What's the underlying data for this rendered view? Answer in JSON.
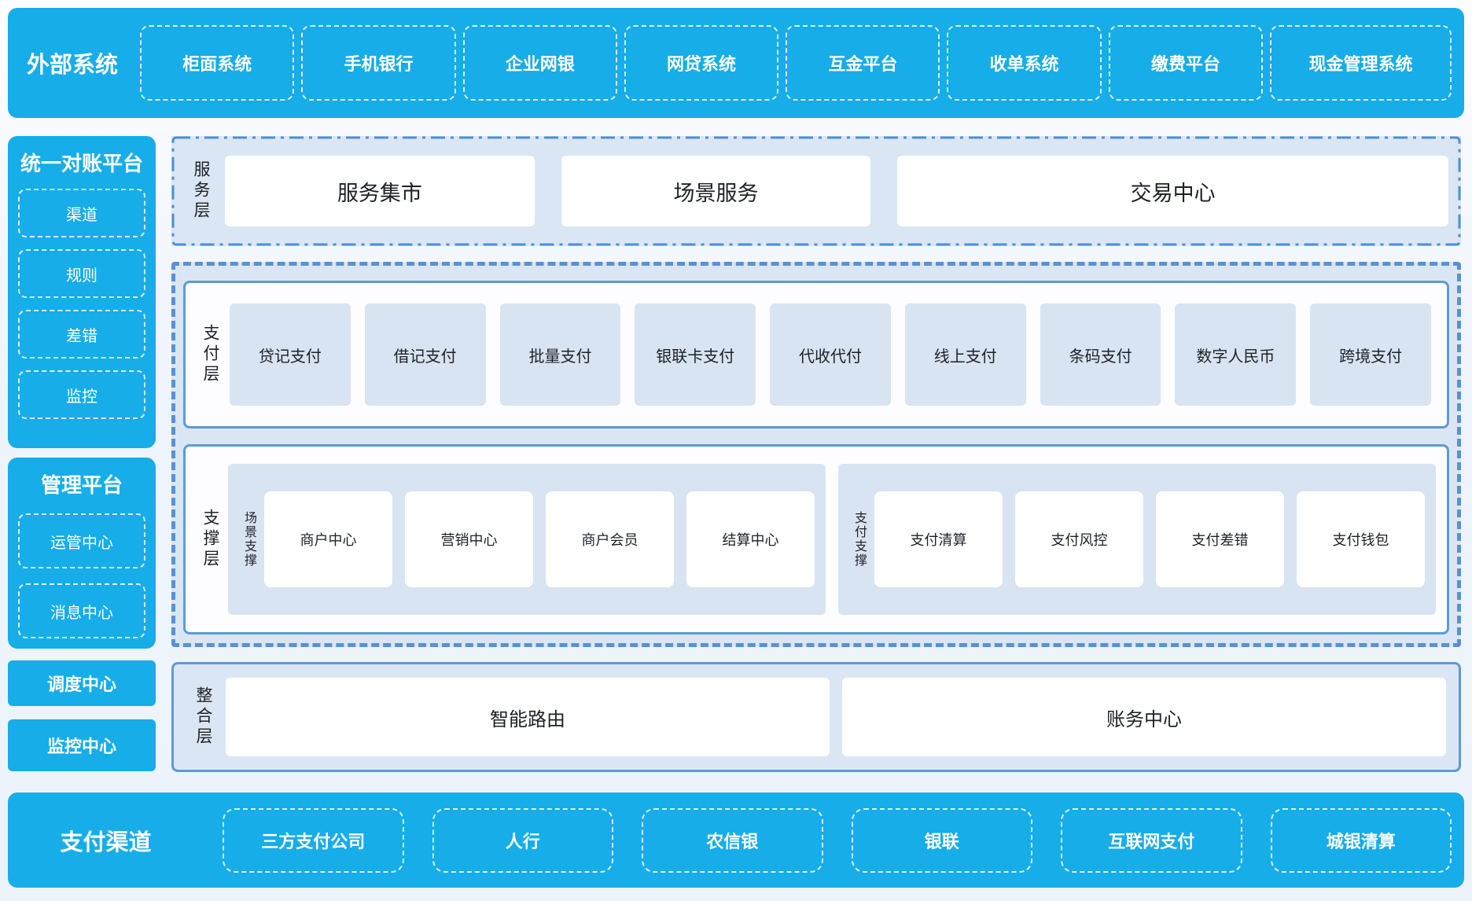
{
  "colors": {
    "accent_blue": "#16ade9",
    "panel_light_blue": "#dbe6f4",
    "item_light_blue": "#d8e4f2",
    "solid_border_blue": "#5e9ad6",
    "dashed_border_blue": "#5a91d0",
    "dashdot_border_blue": "#4a90d9",
    "text_dark": "#1d2126",
    "text_white": "#ffffff"
  },
  "external_systems": {
    "label": "外部系统",
    "items": [
      "柜面系统",
      "手机银行",
      "企业网银",
      "网贷系统",
      "互金平台",
      "收单系统",
      "缴费平台",
      "现金管理系统"
    ]
  },
  "sidebar": {
    "reconciliation": {
      "title": "统一对账平台",
      "items": [
        "渠道",
        "规则",
        "差错",
        "监控"
      ]
    },
    "management": {
      "title": "管理平台",
      "items": [
        "运管中心",
        "消息中心"
      ]
    },
    "dispatch_center": "调度中心",
    "monitor_center": "监控中心"
  },
  "layers": {
    "service": {
      "label": "服务层",
      "items": [
        "服务集市",
        "场景服务",
        "交易中心"
      ]
    },
    "payment": {
      "label": "支付层",
      "items": [
        "贷记支付",
        "借记支付",
        "批量支付",
        "银联卡支付",
        "代收代付",
        "线上支付",
        "条码支付",
        "数字人民币",
        "跨境支付"
      ]
    },
    "support": {
      "label": "支撑层",
      "groups": [
        {
          "label": "场景支撑",
          "items": [
            "商户中心",
            "营销中心",
            "商户会员",
            "结算中心"
          ]
        },
        {
          "label": "支付支撑",
          "items": [
            "支付清算",
            "支付风控",
            "支付差错",
            "支付钱包"
          ]
        }
      ]
    },
    "integration": {
      "label": "整合层",
      "items": [
        "智能路由",
        "账务中心"
      ]
    }
  },
  "payment_channels": {
    "label": "支付渠道",
    "items": [
      "三方支付公司",
      "人行",
      "农信银",
      "银联",
      "互联网支付",
      "城银清算"
    ]
  }
}
